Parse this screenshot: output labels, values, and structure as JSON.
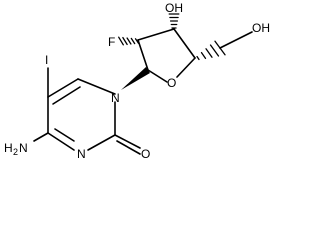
{
  "atoms": {
    "iodine": "I",
    "fluorine": "F",
    "hydroxyl_3": "OH",
    "hydroxyl_5": "OH",
    "ring_oxygen": "O",
    "ring_nitrogen_1": "N",
    "ring_nitrogen_3": "N",
    "carbonyl_oxygen": "O",
    "amino_h": "H",
    "amino_subscript": "2",
    "amino_n": "N"
  }
}
